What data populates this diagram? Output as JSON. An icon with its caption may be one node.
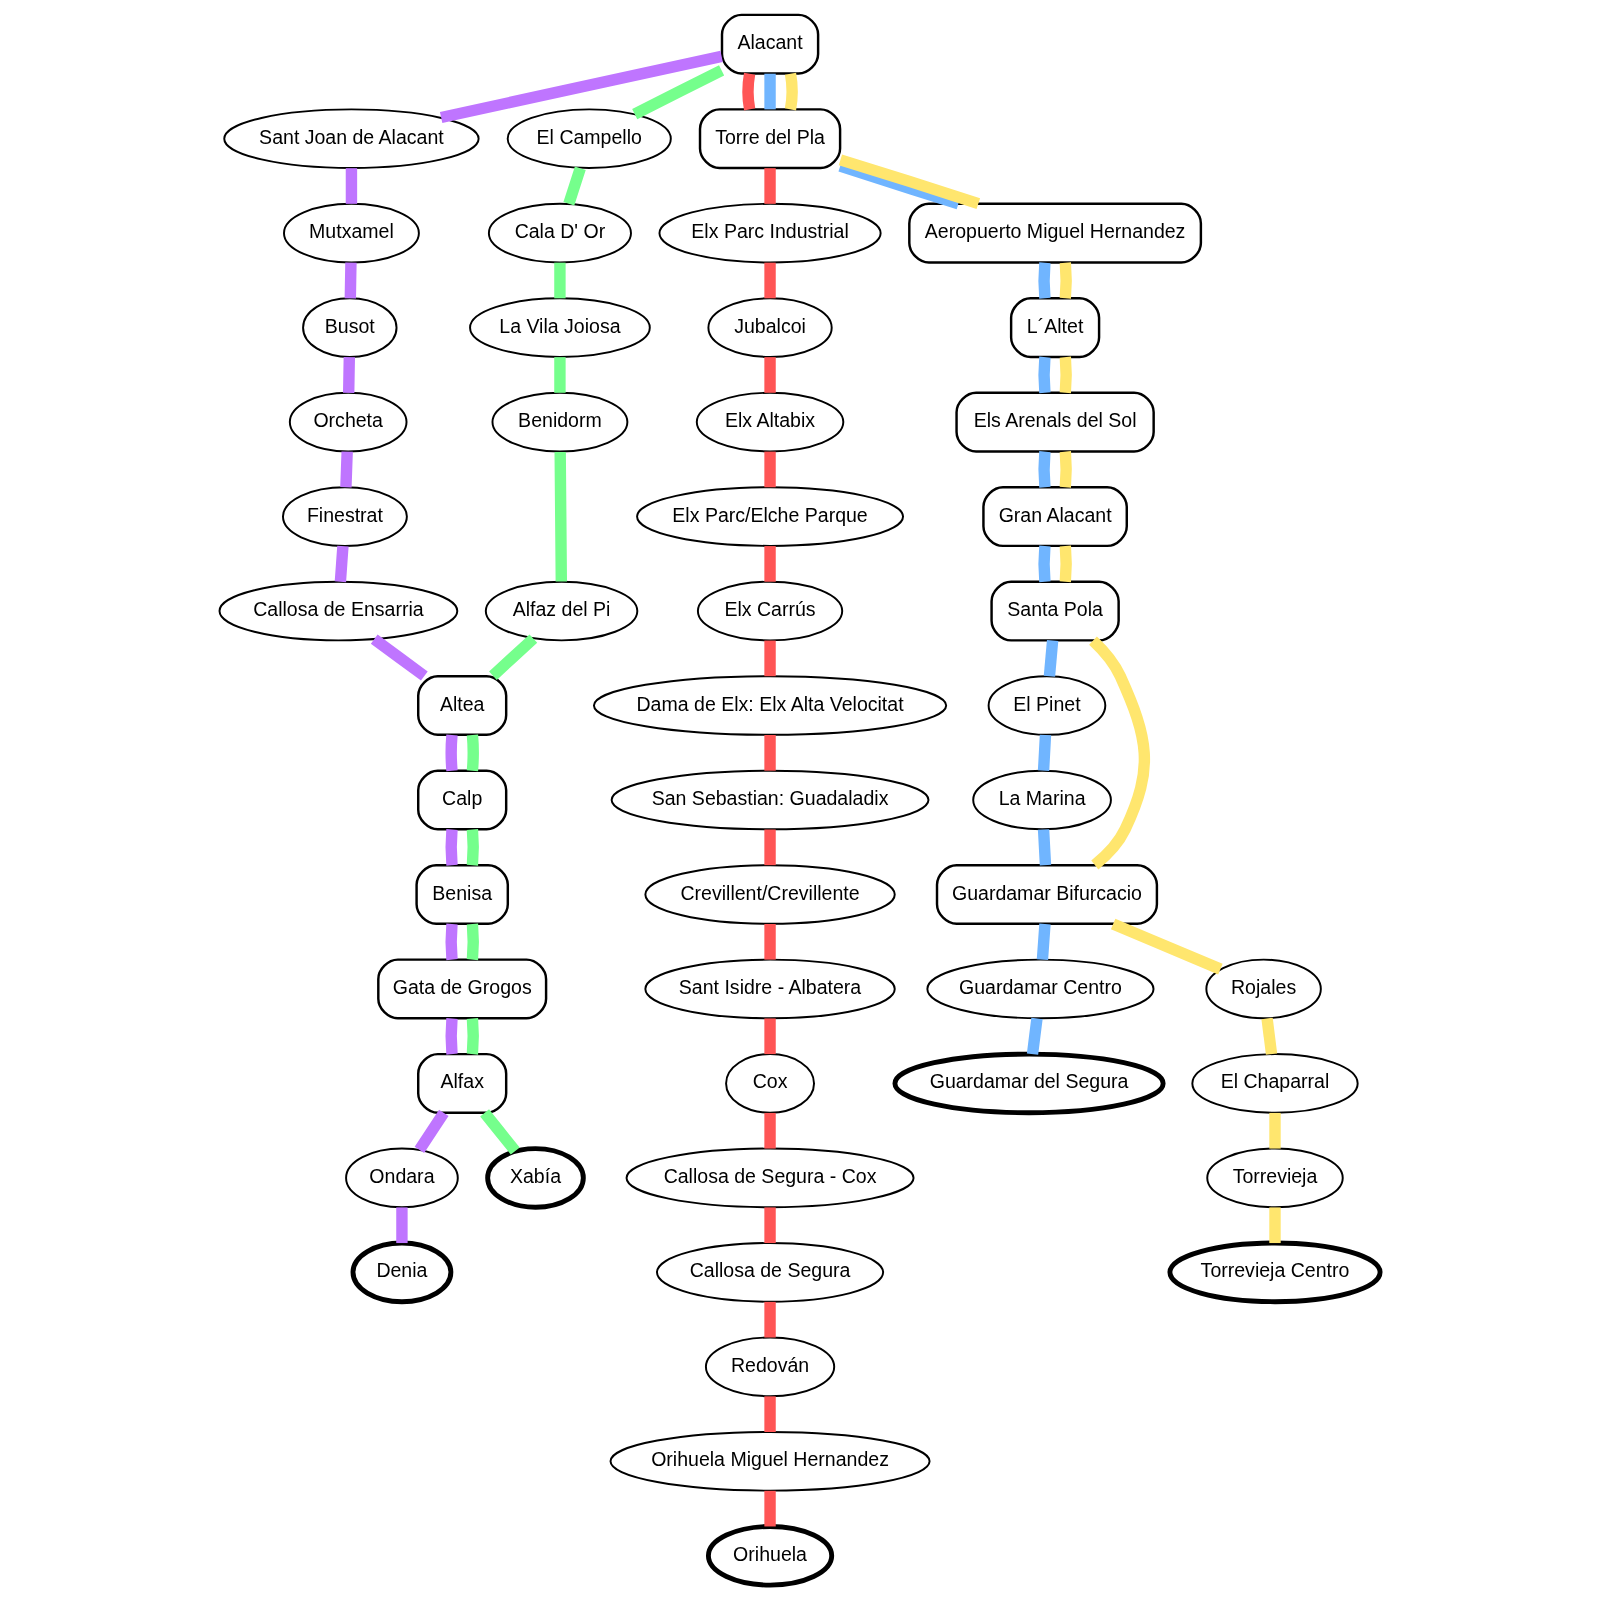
{
  "diagram": {
    "nodes": [
      {
        "text": [
          "Alacant"
        ]
      },
      {
        "text": [
          "Sant Joan de Alacant"
        ]
      },
      {
        "text": [
          "Mutxamel"
        ]
      },
      {
        "text": [
          "Busot"
        ]
      },
      {
        "text": [
          "Orcheta"
        ]
      },
      {
        "text": [
          "Finestrat"
        ]
      },
      {
        "text": [
          "Callosa de Ensarria"
        ]
      },
      {
        "text": [
          "El Campello"
        ]
      },
      {
        "text": [
          "Cala D' Or"
        ]
      },
      {
        "text": [
          "La Vila Joiosa"
        ]
      },
      {
        "text": [
          "Benidorm"
        ]
      },
      {
        "text": [
          "Alfaz del Pi"
        ]
      },
      {
        "text": [
          "Altea"
        ]
      },
      {
        "text": [
          "Calp"
        ]
      },
      {
        "text": [
          "Benisa"
        ]
      },
      {
        "text": [
          "Gata de Grogos"
        ]
      },
      {
        "text": [
          "Alfax"
        ]
      },
      {
        "text": [
          "Ondara"
        ]
      },
      {
        "text": [
          "Denia"
        ]
      },
      {
        "text": [
          "Xabía"
        ]
      },
      {
        "text": [
          "Torre del Pla"
        ]
      },
      {
        "text": [
          "Elx Parc Industrial"
        ]
      },
      {
        "text": [
          "Jubalcoi"
        ]
      },
      {
        "text": [
          "Elx Altabix"
        ]
      },
      {
        "text": [
          "Elx Parc/Elche Parque"
        ]
      },
      {
        "text": [
          "Elx Carrús"
        ]
      },
      {
        "text": [
          "Dama de Elx: Elx Alta Velocitat"
        ]
      },
      {
        "text": [
          "San Sebastian: Guadaladix"
        ]
      },
      {
        "text": [
          "Crevillent/Crevillente"
        ]
      },
      {
        "text": [
          "Sant Isidre - Albatera"
        ]
      },
      {
        "text": [
          "Cox"
        ]
      },
      {
        "text": [
          "Callosa de Segura - Cox"
        ]
      },
      {
        "text": [
          "Callosa de Segura"
        ]
      },
      {
        "text": [
          "Redován"
        ]
      },
      {
        "text": [
          "Orihuela Miguel Hernandez"
        ]
      },
      {
        "text": [
          "Orihuela"
        ]
      },
      {
        "text": [
          "Aeropuerto Miguel Hernandez"
        ]
      },
      {
        "text": [
          "L´Altet"
        ]
      },
      {
        "text": [
          "Els Arenals del Sol"
        ]
      },
      {
        "text": [
          "Gran Alacant"
        ]
      },
      {
        "text": [
          "Santa Pola"
        ]
      },
      {
        "text": [
          "El Pinet"
        ]
      },
      {
        "text": [
          "La Marina"
        ]
      },
      {
        "text": [
          "Guardamar Bifurcacio"
        ]
      },
      {
        "text": [
          "Guardamar Centro"
        ]
      },
      {
        "text": [
          "Guardamar del Segura"
        ]
      },
      {
        "text": [
          "Rojales"
        ]
      },
      {
        "text": [
          "El Chaparral"
        ]
      },
      {
        "text": [
          "Torrevieja"
        ]
      },
      {
        "text": [
          "Torrevieja Centro"
        ]
      }
    ],
    "edges": [
      {
        "from": 0,
        "to": 1,
        "arrow": "none",
        "color": "#bf75ff"
      },
      {
        "from": 1,
        "to": 2,
        "arrow": "none",
        "color": "#bf75ff"
      },
      {
        "from": 2,
        "to": 3,
        "arrow": "none",
        "color": "#bf75ff"
      },
      {
        "from": 3,
        "to": 4,
        "arrow": "none",
        "color": "#bf75ff"
      },
      {
        "from": 4,
        "to": 5,
        "arrow": "none",
        "color": "#bf75ff"
      },
      {
        "from": 5,
        "to": 6,
        "arrow": "none",
        "color": "#bf75ff"
      },
      {
        "from": 6,
        "to": 12,
        "arrow": "none",
        "color": "#bf75ff"
      },
      {
        "from": 12,
        "to": 13,
        "arrow": "none",
        "color": "#bf75ff"
      },
      {
        "from": 13,
        "to": 14,
        "arrow": "none",
        "color": "#bf75ff"
      },
      {
        "from": 14,
        "to": 15,
        "arrow": "none",
        "color": "#bf75ff"
      },
      {
        "from": 15,
        "to": 16,
        "arrow": "none",
        "color": "#bf75ff"
      },
      {
        "from": 16,
        "to": 17,
        "arrow": "none",
        "color": "#bf75ff"
      },
      {
        "from": 17,
        "to": 18,
        "arrow": "none",
        "color": "#bf75ff"
      },
      {
        "from": 0,
        "to": 7,
        "arrow": "none",
        "color": "#75ff8c"
      },
      {
        "from": 7,
        "to": 8,
        "arrow": "none",
        "color": "#75ff8c"
      },
      {
        "from": 8,
        "to": 9,
        "arrow": "none",
        "color": "#75ff8c"
      },
      {
        "from": 9,
        "to": 10,
        "arrow": "none",
        "color": "#75ff8c"
      },
      {
        "from": 10,
        "to": 11,
        "arrow": "none",
        "color": "#75ff8c"
      },
      {
        "from": 11,
        "to": 12,
        "arrow": "none",
        "color": "#75ff8c"
      },
      {
        "from": 12,
        "to": 13,
        "arrow": "none",
        "color": "#75ff8c"
      },
      {
        "from": 13,
        "to": 14,
        "arrow": "none",
        "color": "#75ff8c"
      },
      {
        "from": 14,
        "to": 15,
        "arrow": "none",
        "color": "#75ff8c"
      },
      {
        "from": 15,
        "to": 16,
        "arrow": "none",
        "color": "#75ff8c"
      },
      {
        "from": 16,
        "to": 19,
        "arrow": "none",
        "color": "#75ff8c"
      },
      {
        "from": 0,
        "to": 20,
        "arrow": "none",
        "color": "#ff5555"
      },
      {
        "from": 20,
        "to": 21,
        "arrow": "none",
        "color": "#ff5555"
      },
      {
        "from": 21,
        "to": 22,
        "arrow": "none",
        "color": "#ff5555"
      },
      {
        "from": 22,
        "to": 23,
        "arrow": "none",
        "color": "#ff5555"
      },
      {
        "from": 23,
        "to": 24,
        "arrow": "none",
        "color": "#ff5555"
      },
      {
        "from": 24,
        "to": 25,
        "arrow": "none",
        "color": "#ff5555"
      },
      {
        "from": 25,
        "to": 26,
        "arrow": "none",
        "color": "#ff5555"
      },
      {
        "from": 26,
        "to": 27,
        "arrow": "none",
        "color": "#ff5555"
      },
      {
        "from": 27,
        "to": 28,
        "arrow": "none",
        "color": "#ff5555"
      },
      {
        "from": 28,
        "to": 29,
        "arrow": "none",
        "color": "#ff5555"
      },
      {
        "from": 29,
        "to": 30,
        "arrow": "none",
        "color": "#ff5555"
      },
      {
        "from": 30,
        "to": 31,
        "arrow": "none",
        "color": "#ff5555"
      },
      {
        "from": 31,
        "to": 32,
        "arrow": "none",
        "color": "#ff5555"
      },
      {
        "from": 32,
        "to": 33,
        "arrow": "none",
        "color": "#ff5555"
      },
      {
        "from": 33,
        "to": 34,
        "arrow": "none",
        "color": "#ff5555"
      },
      {
        "from": 34,
        "to": 35,
        "arrow": "none",
        "color": "#ff5555"
      },
      {
        "from": 0,
        "to": 20,
        "arrow": "none",
        "color": "#70b5ff"
      },
      {
        "from": 20,
        "to": 36,
        "arrow": "none",
        "color": "#70b5ff"
      },
      {
        "from": 36,
        "to": 37,
        "arrow": "none",
        "color": "#70b5ff"
      },
      {
        "from": 37,
        "to": 38,
        "arrow": "none",
        "color": "#70b5ff"
      },
      {
        "from": 38,
        "to": 39,
        "arrow": "none",
        "color": "#70b5ff"
      },
      {
        "from": 39,
        "to": 40,
        "arrow": "none",
        "color": "#70b5ff"
      },
      {
        "from": 40,
        "to": 41,
        "arrow": "none",
        "color": "#70b5ff"
      },
      {
        "from": 41,
        "to": 42,
        "arrow": "none",
        "color": "#70b5ff"
      },
      {
        "from": 42,
        "to": 43,
        "arrow": "none",
        "color": "#70b5ff"
      },
      {
        "from": 43,
        "to": 44,
        "arrow": "none",
        "color": "#70b5ff"
      },
      {
        "from": 44,
        "to": 45,
        "arrow": "none",
        "color": "#70b5ff"
      },
      {
        "from": 0,
        "to": 20,
        "arrow": "none",
        "color": "#ffe66e"
      },
      {
        "from": 20,
        "to": 36,
        "arrow": "none",
        "color": "#ffe66e"
      },
      {
        "from": 36,
        "to": 37,
        "arrow": "none",
        "color": "#ffe66e"
      },
      {
        "from": 37,
        "to": 38,
        "arrow": "none",
        "color": "#ffe66e"
      },
      {
        "from": 38,
        "to": 39,
        "arrow": "none",
        "color": "#ffe66e"
      },
      {
        "from": 39,
        "to": 40,
        "arrow": "none",
        "color": "#ffe66e"
      },
      {
        "from": 40,
        "to": 43,
        "arrow": "none",
        "color": "#ffe66e"
      },
      {
        "from": 43,
        "to": 46,
        "arrow": "none",
        "color": "#ffe66e"
      },
      {
        "from": 46,
        "to": 47,
        "arrow": "none",
        "color": "#ffe66e"
      },
      {
        "from": 47,
        "to": 48,
        "arrow": "none",
        "color": "#ffe66e"
      },
      {
        "from": 48,
        "to": 49,
        "arrow": "none",
        "color": "#ffe66e"
      }
    ]
  }
}
